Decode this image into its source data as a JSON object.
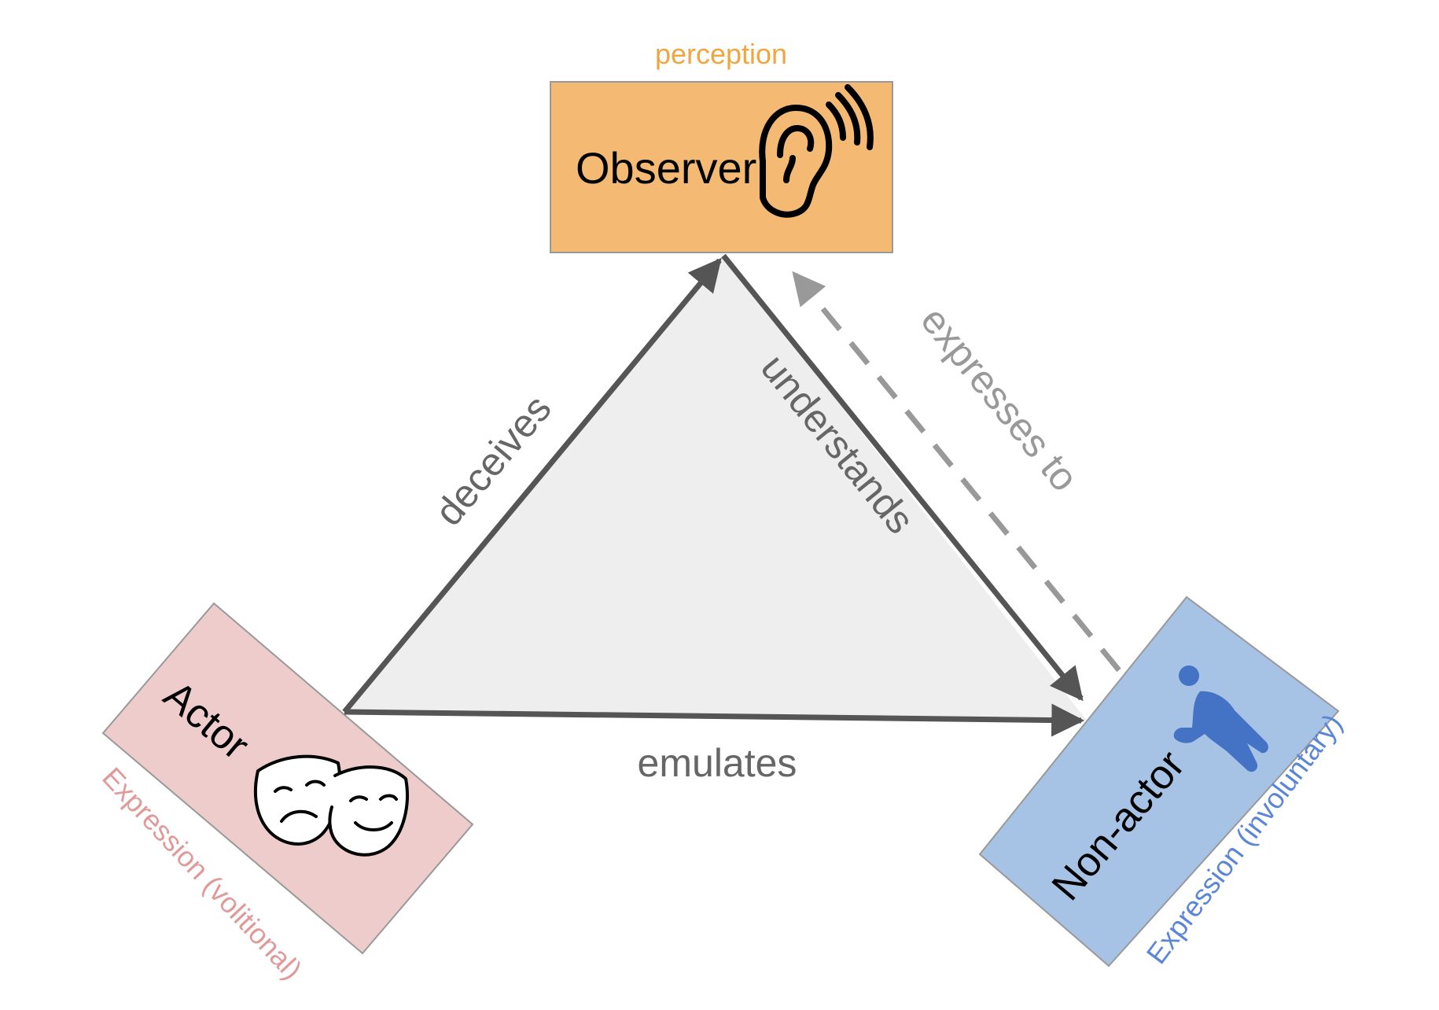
{
  "nodes": {
    "observer": {
      "label": "Observer",
      "caption": "perception",
      "fill": "#f4b973",
      "caption_color": "#f0a640"
    },
    "actor": {
      "label": "Actor",
      "caption": "Expression (volitional)",
      "fill": "#eecccc",
      "caption_color": "#df9a9a"
    },
    "non_actor": {
      "label": "Non-actor",
      "caption": "Expression (involuntary)",
      "fill": "#a6c3e6",
      "caption_color": "#5b86d8"
    }
  },
  "edges": {
    "deceives": "deceives",
    "understands": "understands",
    "expresses_to": "expresses to",
    "emulates": "emulates"
  },
  "icons": {
    "observer": "ear-icon",
    "actor": "theater-masks-icon",
    "non_actor": "bowing-person-icon"
  },
  "colors": {
    "arrow": "#555555",
    "dashed_arrow": "#999999",
    "triangle_fill": "#eeeeee",
    "box_stroke": "#999999",
    "person": "#4472c4"
  }
}
